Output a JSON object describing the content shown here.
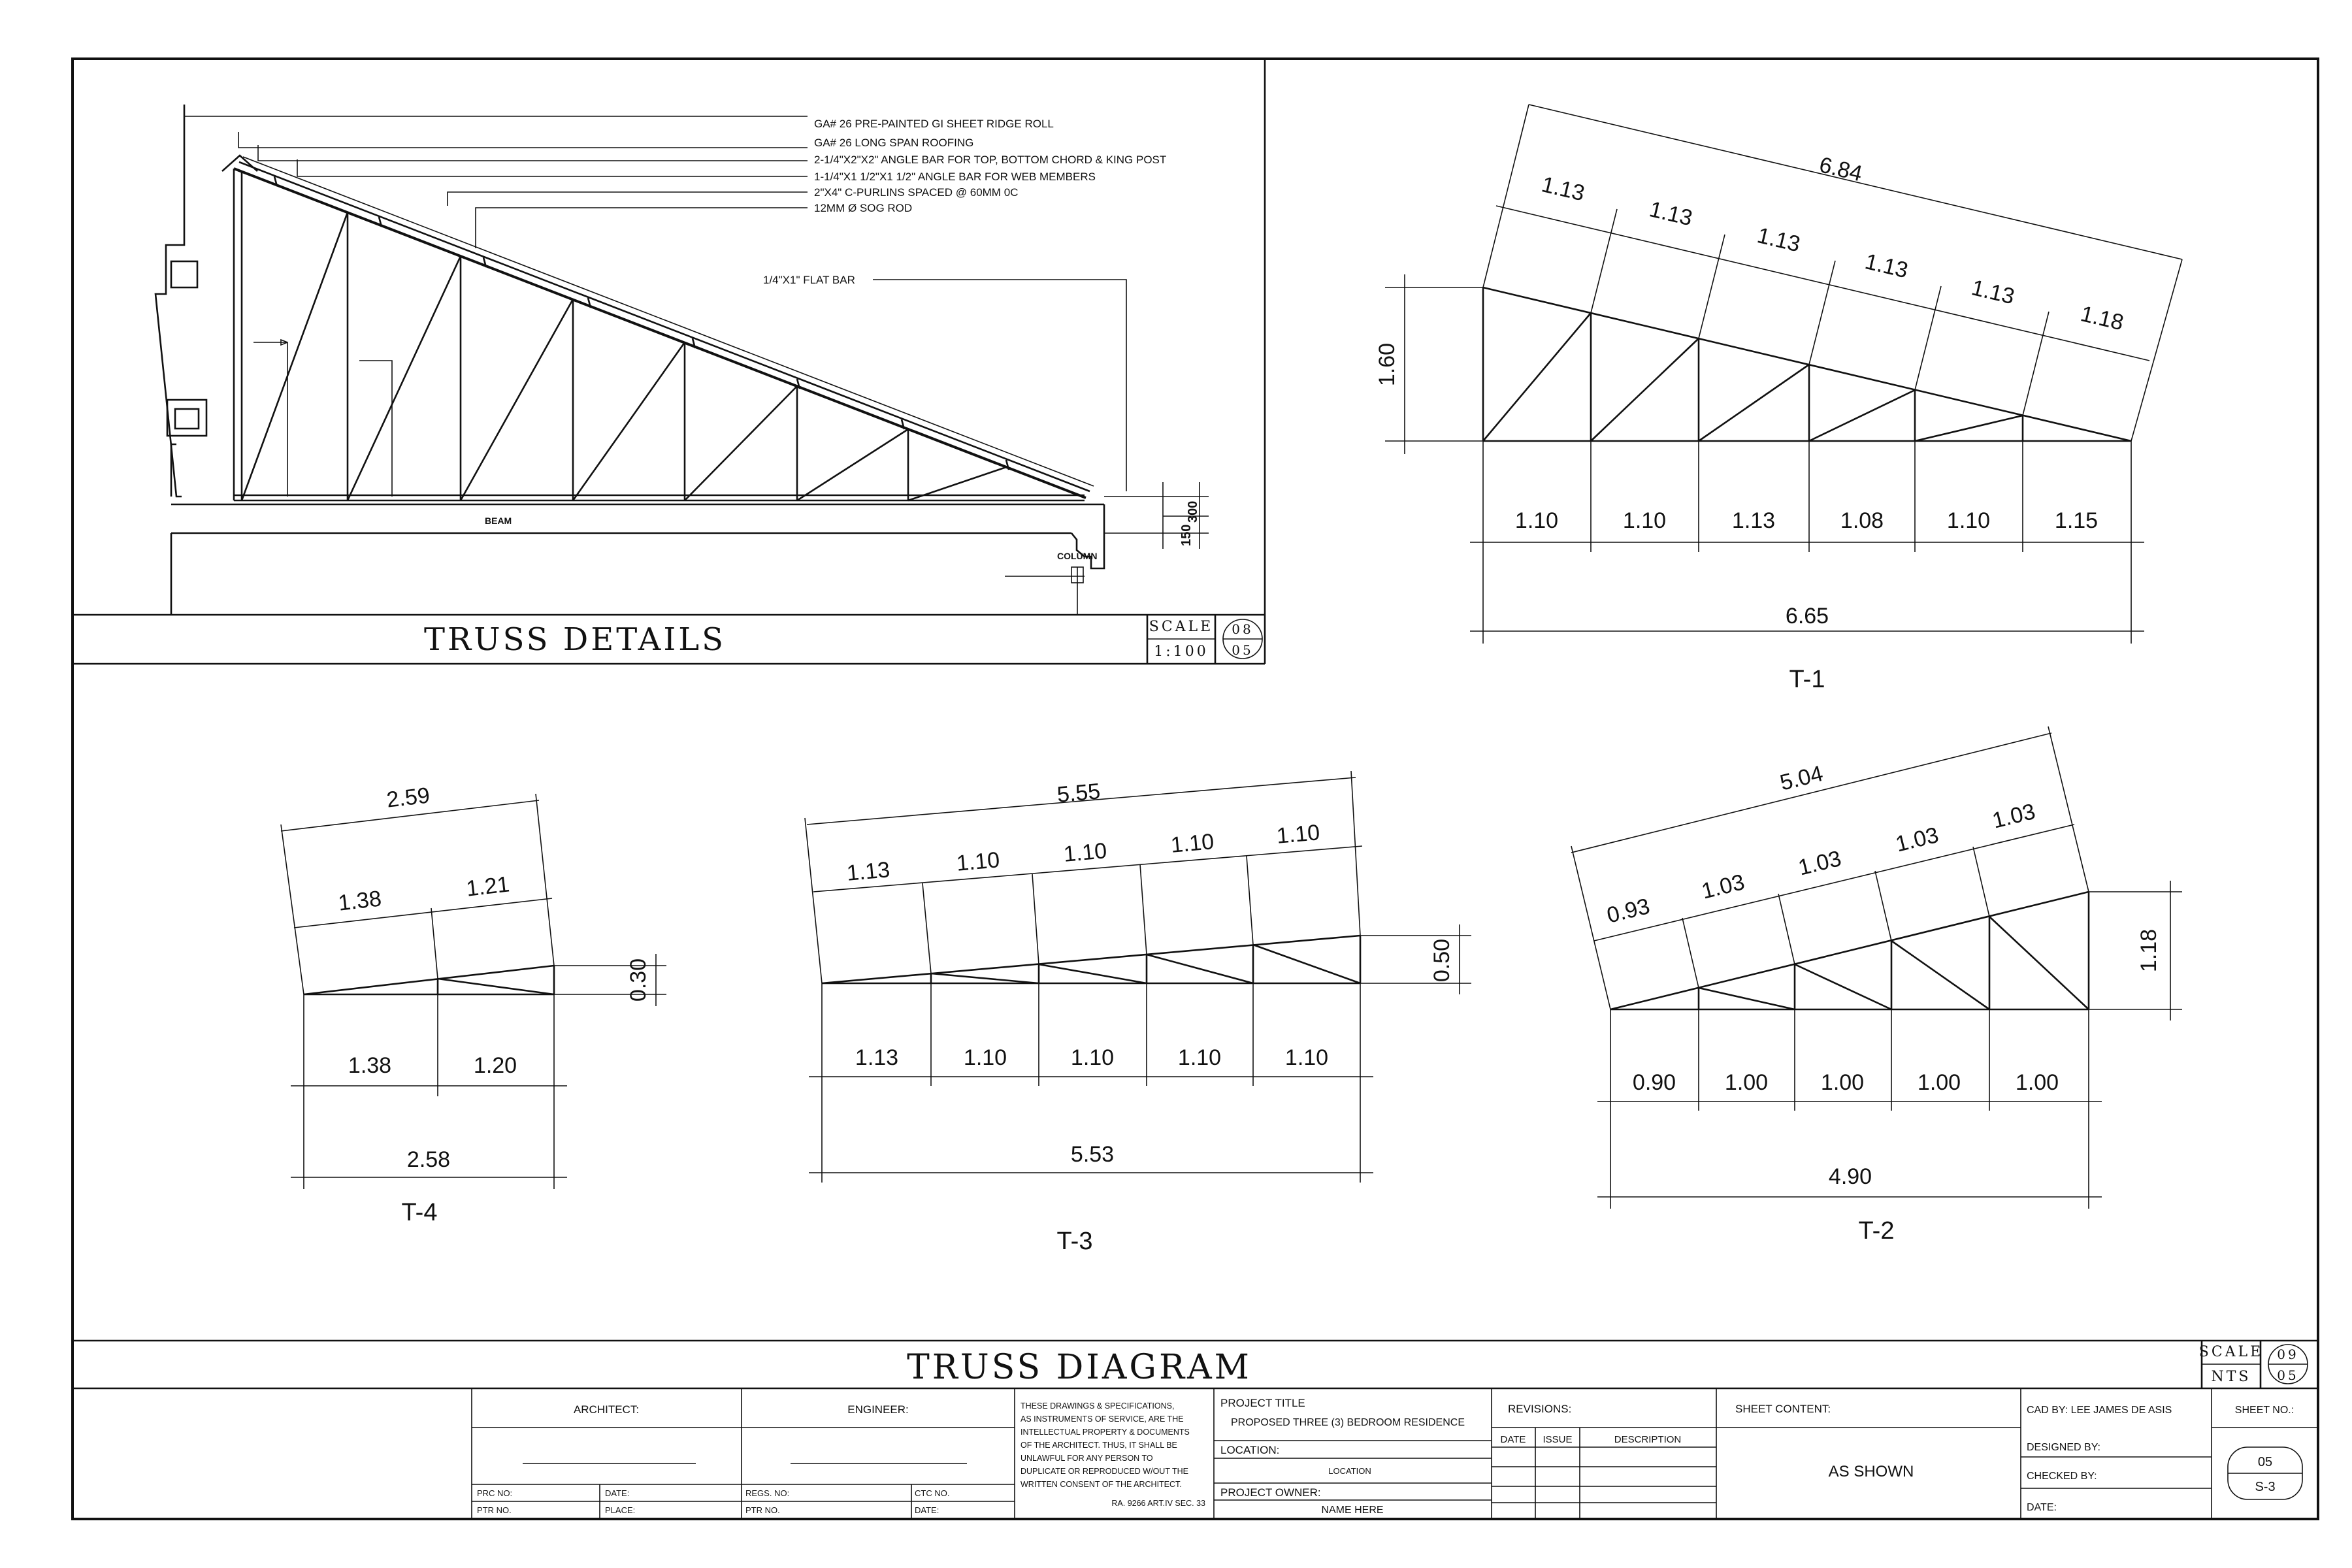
{
  "truss_details": {
    "title": "TRUSS DETAILS",
    "scale_label": "SCALE",
    "scale_value": "1:100",
    "ref_top": "08",
    "ref_bottom": "05",
    "notes": [
      "GA# 26 PRE-PAINTED GI SHEET RIDGE ROLL",
      "GA# 26 LONG SPAN ROOFING",
      "2-1/4\"X2\"X2\" ANGLE BAR FOR TOP, BOTTOM CHORD & KING POST",
      "1-1/4\"X1 1/2\"X1 1/2\" ANGLE BAR FOR WEB MEMBERS",
      "2\"X4\" C-PURLINS SPACED @ 60MM 0C",
      "12MM Ø SOG ROD"
    ],
    "flat_bar": "1/4\"X1\" FLAT BAR",
    "beam": "BEAM",
    "column": "COLUMN",
    "dim_150": "150",
    "dim_300": "300"
  },
  "trusses": {
    "t1": {
      "label": "T-1",
      "top_total": "6.84",
      "top_segments": [
        "1.13",
        "1.13",
        "1.13",
        "1.13",
        "1.13",
        "1.18"
      ],
      "height": "1.60",
      "bottom_segments": [
        "1.10",
        "1.10",
        "1.13",
        "1.08",
        "1.10",
        "1.15"
      ],
      "bottom_total": "6.65"
    },
    "t2": {
      "label": "T-2",
      "top_total": "5.04",
      "top_segments": [
        "0.93",
        "1.03",
        "1.03",
        "1.03",
        "1.03"
      ],
      "height": "1.18",
      "bottom_segments": [
        "0.90",
        "1.00",
        "1.00",
        "1.00",
        "1.00"
      ],
      "bottom_total": "4.90"
    },
    "t3": {
      "label": "T-3",
      "top_total": "5.55",
      "top_segments": [
        "1.13",
        "1.10",
        "1.10",
        "1.10",
        "1.10"
      ],
      "height": "0.50",
      "bottom_segments": [
        "1.13",
        "1.10",
        "1.10",
        "1.10",
        "1.10"
      ],
      "bottom_total": "5.53"
    },
    "t4": {
      "label": "T-4",
      "top_total": "2.59",
      "top_segments": [
        "1.38",
        "1.21"
      ],
      "height": "0.30",
      "bottom_segments": [
        "1.38",
        "1.20"
      ],
      "bottom_total": "2.58"
    }
  },
  "truss_diagram": {
    "title": "TRUSS DIAGRAM",
    "scale_label": "SCALE",
    "scale_value": "NTS",
    "ref_top": "09",
    "ref_bottom": "05"
  },
  "title_block": {
    "architect": "ARCHITECT:",
    "engineer": "ENGINEER:",
    "prc_no": "PRC NO:",
    "date": "DATE:",
    "ptr_no": "PTR NO.",
    "place": "PLACE:",
    "regs_no": "REGS. NO:",
    "ctc_no": "CTC NO.",
    "ptr_no2": "PTR NO.",
    "date2": "DATE:",
    "disclaimer": [
      "THESE DRAWINGS & SPECIFICATIONS,",
      "AS INSTRUMENTS OF SERVICE, ARE THE",
      "INTELLECTUAL PROPERTY & DOCUMENTS",
      "OF THE ARCHITECT. THUS, IT SHALL BE",
      "UNLAWFUL FOR ANY PERSON TO",
      "DUPLICATE OR REPRODUCED W/OUT THE",
      "WRITTEN CONSENT OF THE ARCHITECT."
    ],
    "ra": "RA. 9266 ART.IV SEC. 33",
    "project_title_label": "PROJECT TITLE",
    "project_title": "PROPOSED THREE (3) BEDROOM RESIDENCE",
    "location_label": "LOCATION:",
    "location": "LOCATION",
    "owner_label": "PROJECT OWNER:",
    "owner": "NAME HERE",
    "revisions": "REVISIONS:",
    "rev_date": "DATE",
    "rev_issue": "ISSUE",
    "rev_desc": "DESCRIPTION",
    "sheet_content_label": "SHEET CONTENT:",
    "sheet_content": "AS SHOWN",
    "cad_by": "CAD BY:   LEE JAMES DE ASIS",
    "designed_by": "DESIGNED BY:",
    "checked_by": "CHECKED BY:",
    "date3": "DATE:",
    "sheet_no_label": "SHEET NO.:",
    "sheet_no": "05",
    "sheet_code": "S-3"
  }
}
